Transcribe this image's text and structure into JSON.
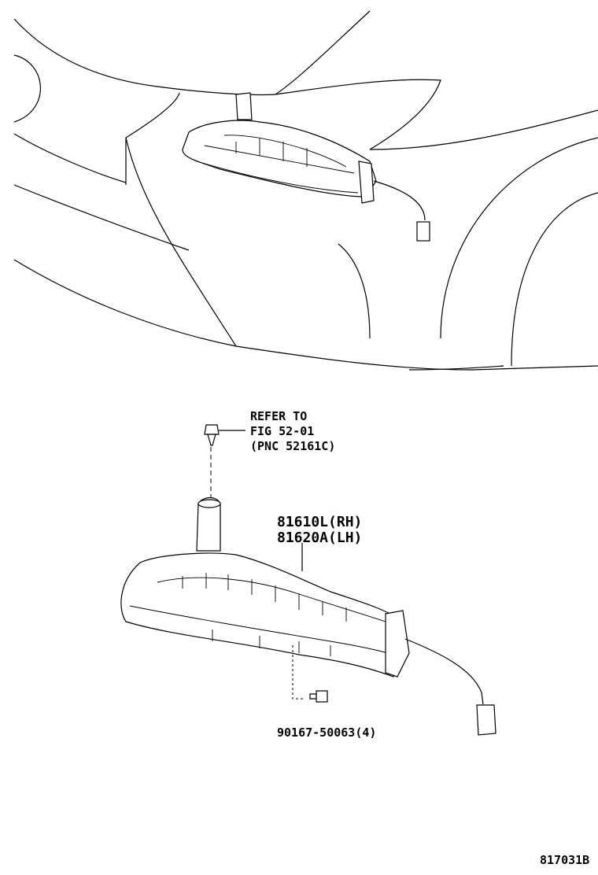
{
  "labels": {
    "refer_line1": "REFER TO",
    "refer_line2": "FIG 52-01",
    "refer_line3": "(PNC 52161C)",
    "part_rh": "81610L(RH)",
    "part_lh": "81620A(LH)",
    "screw": "90167-50063(4)",
    "figure_code": "817031B"
  }
}
